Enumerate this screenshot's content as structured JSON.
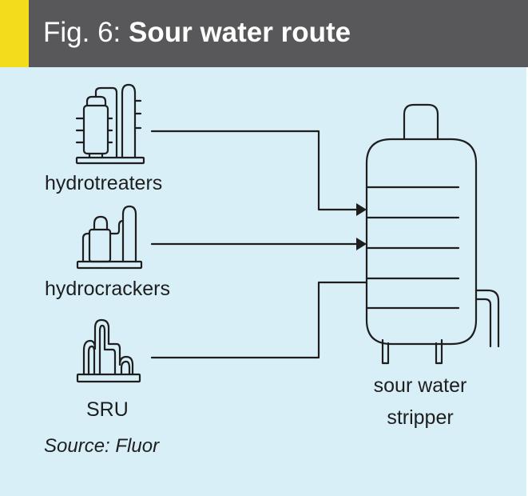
{
  "header": {
    "figure_number": "Fig. 6:",
    "title": "Sour water route"
  },
  "colors": {
    "header_bg": "#58585a",
    "accent": "#f3dc1b",
    "panel_bg": "#d9eff8",
    "line": "#1e1e1e"
  },
  "sources": [
    {
      "label": "hydrotreaters",
      "icon": "hydrotreater-icon"
    },
    {
      "label": "hydrocrackers",
      "icon": "hydrocracker-icon"
    },
    {
      "label": "SRU",
      "icon": "sru-icon"
    }
  ],
  "target": {
    "label": "sour water stripper",
    "icon": "stripper-column-icon"
  },
  "source_note": "Source: Fluor"
}
